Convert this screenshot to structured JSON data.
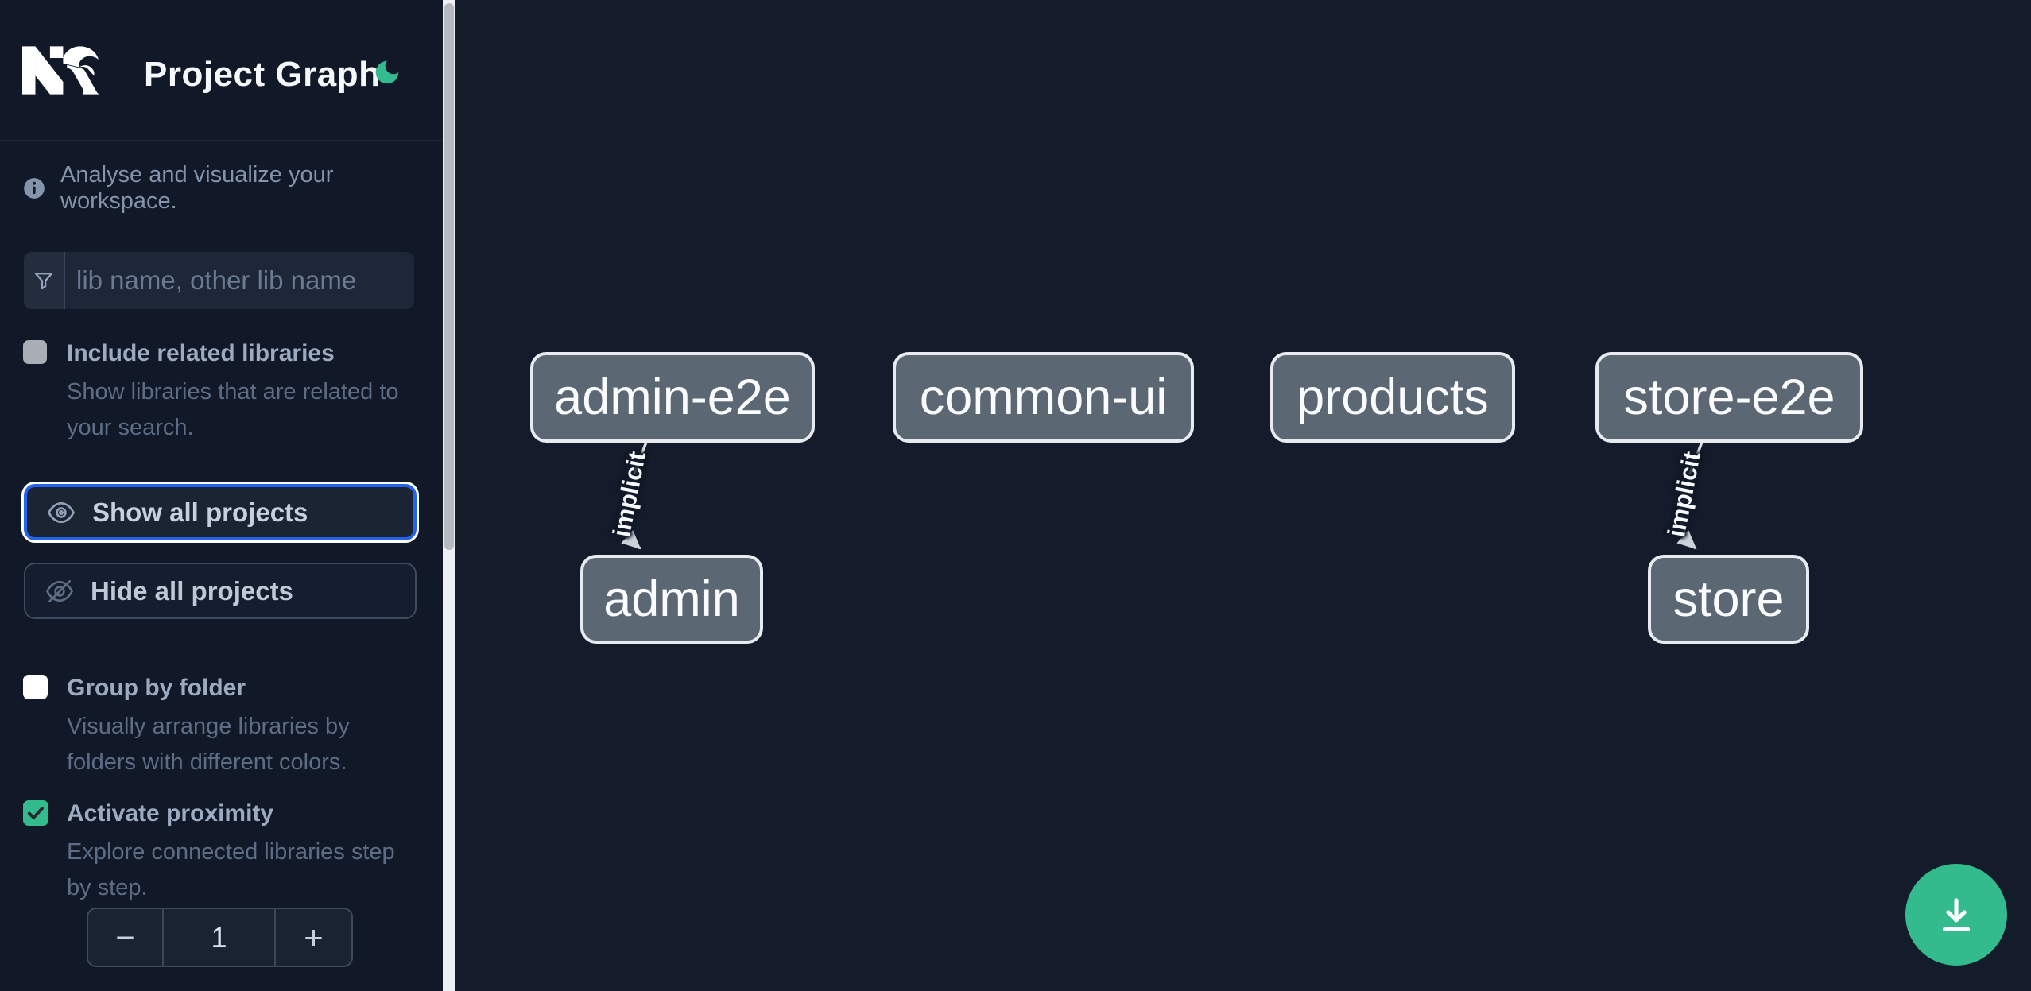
{
  "header": {
    "app_title": "Project Graph",
    "logo": "nx-logo",
    "theme_toggle_icon": "moon-icon"
  },
  "info_bar": {
    "icon": "info-icon",
    "text": "Analyse and visualize your workspace."
  },
  "filter": {
    "icon": "funnel-icon",
    "placeholder": "lib name, other lib name",
    "value": ""
  },
  "options": [
    {
      "id": "include-related-libraries",
      "label": "Include related libraries",
      "description": "Show libraries that are related to your search.",
      "checked": false,
      "disabled": true
    },
    {
      "id": "group-by-folder",
      "label": "Group by folder",
      "description": "Visually arrange libraries by folders with different colors.",
      "checked": false,
      "disabled": false
    },
    {
      "id": "activate-proximity",
      "label": "Activate proximity",
      "description": "Explore connected libraries step by step.",
      "checked": true,
      "disabled": false
    }
  ],
  "actions": {
    "show_all": "Show all projects",
    "hide_all": "Hide all projects"
  },
  "proximity_stepper": {
    "decrement": "−",
    "value": "1",
    "increment": "+"
  },
  "graph": {
    "nodes": [
      {
        "id": "admin-e2e",
        "label": "admin-e2e"
      },
      {
        "id": "common-ui",
        "label": "common-ui"
      },
      {
        "id": "products",
        "label": "products"
      },
      {
        "id": "store-e2e",
        "label": "store-e2e"
      },
      {
        "id": "admin",
        "label": "admin"
      },
      {
        "id": "store",
        "label": "store"
      }
    ],
    "edges": [
      {
        "from": "admin-e2e",
        "to": "admin",
        "label": "implicit"
      },
      {
        "from": "store-e2e",
        "to": "store",
        "label": "implicit"
      }
    ]
  },
  "fab": {
    "icon": "download-icon"
  },
  "colors": {
    "accent_green": "#34bb8d",
    "focus_blue": "#2563eb",
    "sidebar_bg": "#111928",
    "canvas_bg": "#141c2b",
    "node_fill": "#5c6774",
    "node_border": "#e7eaee"
  }
}
